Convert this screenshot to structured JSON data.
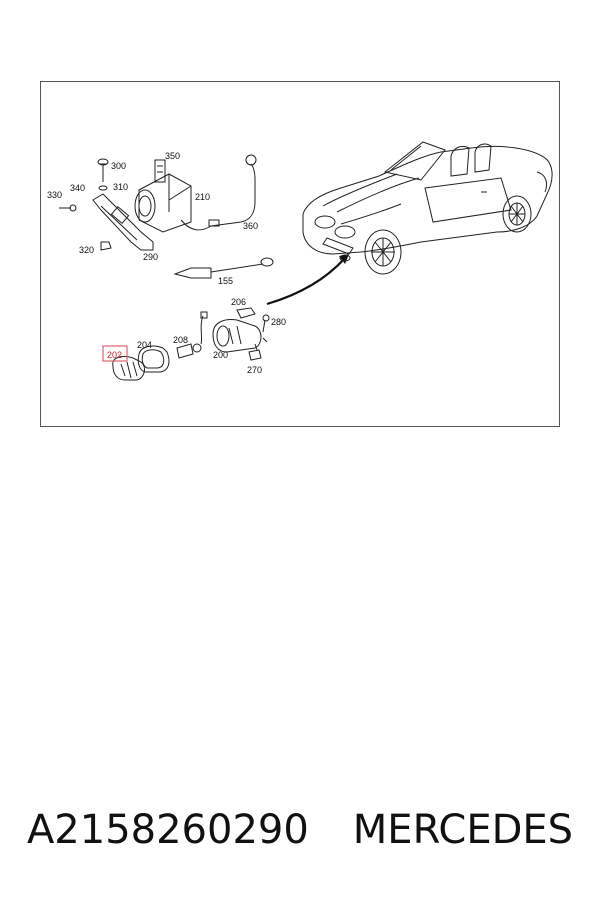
{
  "diagram": {
    "callouts": {
      "c300": "300",
      "c350": "350",
      "c340": "340",
      "c310": "310",
      "c330": "330",
      "c210": "210",
      "c360": "360",
      "c320": "320",
      "c290": "290",
      "c155": "155",
      "c206": "206",
      "c280": "280",
      "c208": "208",
      "c204": "204",
      "c202": "202",
      "c200": "200",
      "c270": "270"
    },
    "highlight_color": "#e06070"
  },
  "caption": {
    "part_number": "A2158260290",
    "brand": "MERCEDES"
  }
}
